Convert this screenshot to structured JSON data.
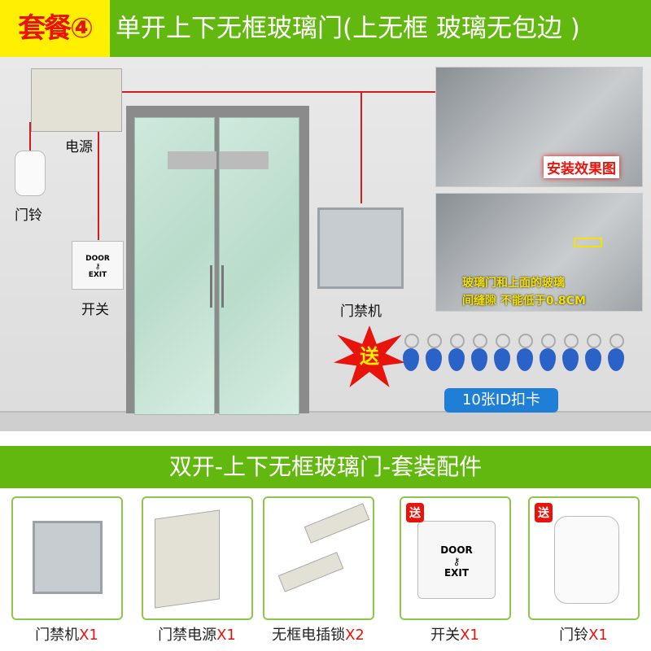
{
  "header": {
    "badge": "套餐④",
    "title": "单开上下无框玻璃门(上无框 玻璃无包边 )"
  },
  "scene": {
    "power_label": "电源",
    "doorbell_label": "门铃",
    "switch_label": "开关",
    "access_label": "门禁机",
    "door_button_text": {
      "top": "DOOR",
      "bottom": "EXIT"
    },
    "photo1_caption": "安装效果图",
    "photo2_caption_line1": "玻璃门和上面的玻璃",
    "photo2_caption_line2": "间缝隙 不能低于0.8CM",
    "gift_burst": "送",
    "id_card_label": "10张ID扣卡",
    "id_card_count": 10
  },
  "band": {
    "title": "双开-上下无框玻璃门-套装配件"
  },
  "items": [
    {
      "name": "门禁机",
      "qty": "X1",
      "gift": ""
    },
    {
      "name": "门禁电源",
      "qty": "X1",
      "gift": ""
    },
    {
      "name": "无框电插锁",
      "qty": "X2",
      "gift": ""
    },
    {
      "name": "开关",
      "qty": "X1",
      "gift": "送"
    },
    {
      "name": "门铃",
      "qty": "X1",
      "gift": "送"
    }
  ],
  "colors": {
    "green": "#62b80f",
    "yellow": "#ffef00",
    "red": "#e8140c",
    "blue": "#1f7fd6"
  }
}
